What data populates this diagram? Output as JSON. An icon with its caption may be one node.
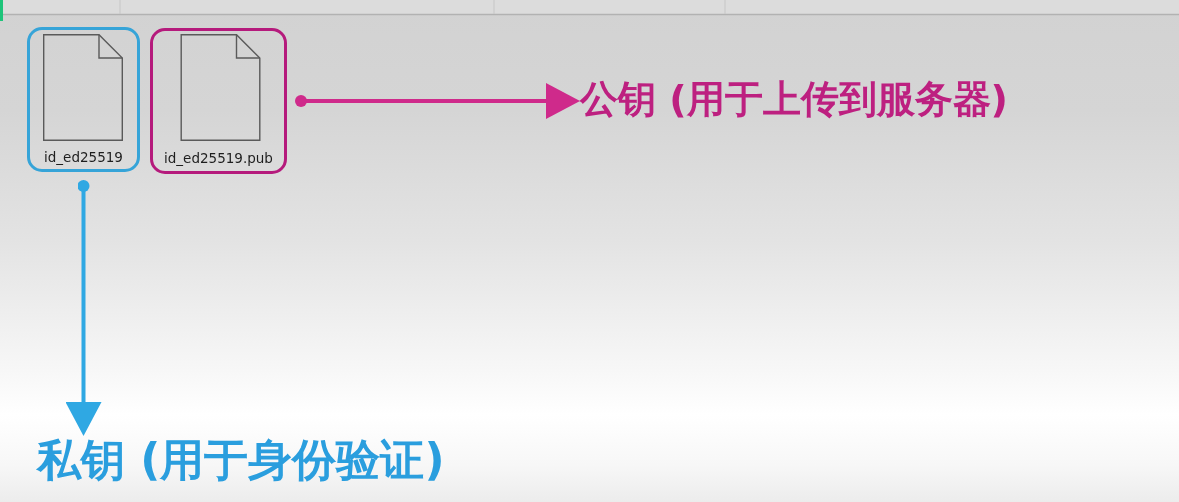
{
  "diagram": {
    "nodes": [
      {
        "text": [
          "id_ed25519"
        ]
      },
      {
        "text": [
          "id_ed25519.pub"
        ]
      },
      {
        "text": [
          "公钥 (用于上传到服务器)"
        ]
      },
      {
        "text": [
          "私钥 (用于身份验证)"
        ]
      }
    ],
    "edges": [
      {
        "from": 1,
        "to": 2,
        "arrow": "to",
        "color": "#cf2a8b"
      },
      {
        "from": 0,
        "to": 3,
        "arrow": "to",
        "color": "#2fa8e3"
      }
    ]
  }
}
